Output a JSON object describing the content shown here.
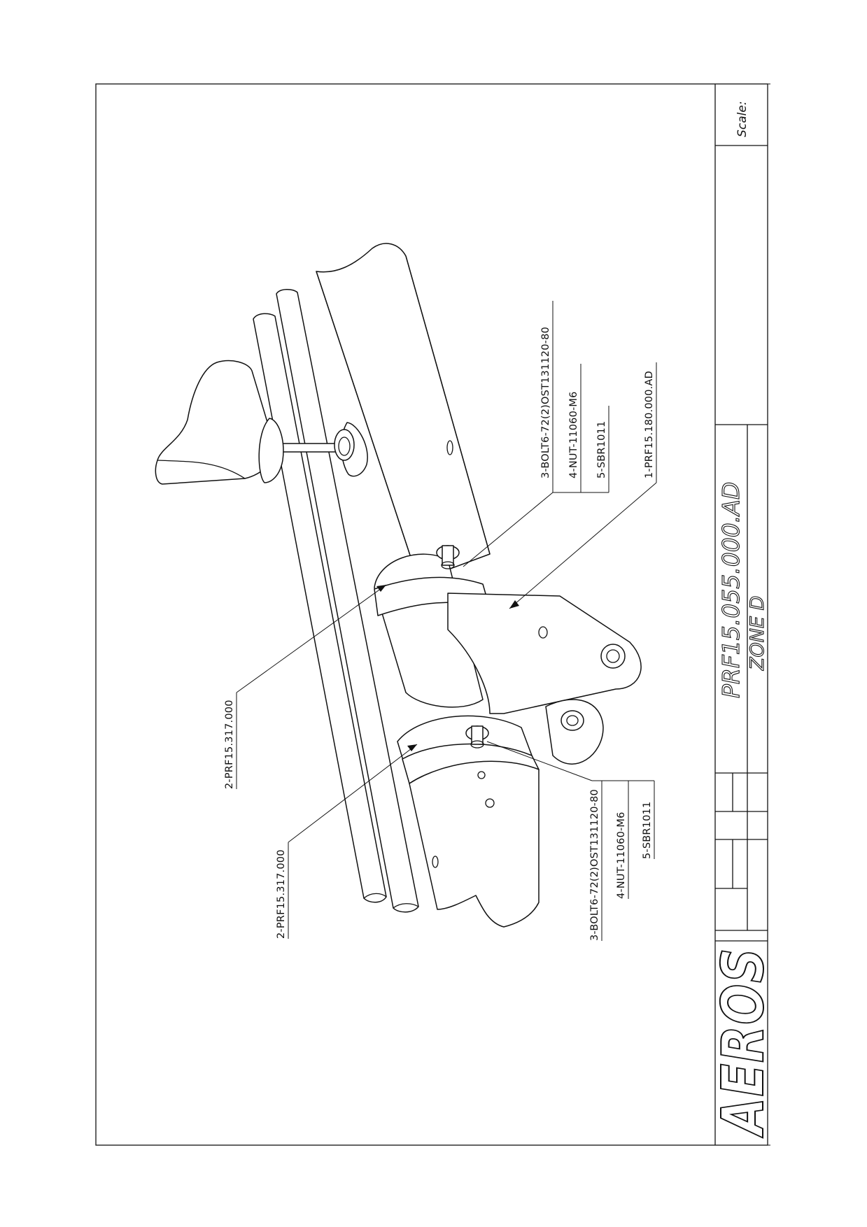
{
  "title_block": {
    "drawing_number": "PRF15.055.000.AD",
    "zone": "ZONE D",
    "scale_label": "Scale:",
    "logo": "AEROS"
  },
  "callouts": {
    "upper_right_group": [
      "3-BOLT6-72(2)OST131120-80",
      "4-NUT-11060-M6",
      "5-SBR1011"
    ],
    "lower_right_group": [
      "3-BOLT6-72(2)OST131120-80",
      "4-NUT-11060-M6",
      "5-SBR1011"
    ],
    "fitting": "1-PRF15.180.000.AD",
    "upper_clamp": "2-PRF15.317.000",
    "lower_clamp": "2-PRF15.317.000"
  }
}
